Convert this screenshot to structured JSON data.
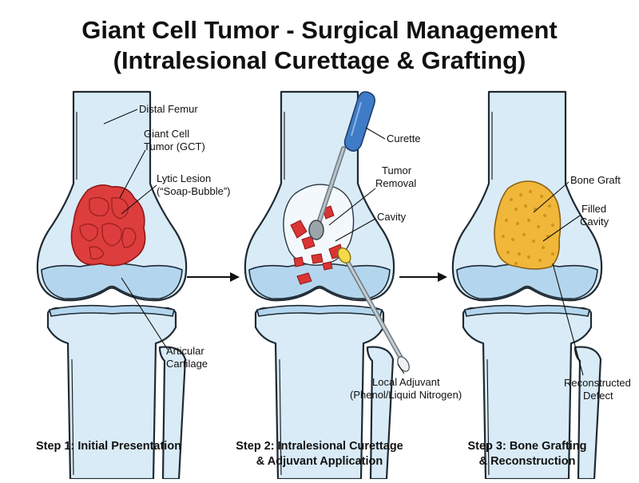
{
  "title": {
    "line1": "Giant Cell Tumor - Surgical Management",
    "line2": "(Intralesional Curettage & Grafting)"
  },
  "step1": {
    "labels": {
      "distal_femur": "Distal Femur",
      "gct_line1": "Giant Cell",
      "gct_line2": "Tumor (GCT)",
      "lytic_line1": "Lytic Lesion",
      "lytic_line2": "(“Soap-Bubble”)",
      "cartilage_line1": "Articular",
      "cartilage_line2": "Cartilage"
    },
    "caption": "Step 1: Initial Presentation"
  },
  "step2": {
    "labels": {
      "curette": "Curette",
      "tumor_removal_line1": "Tumor",
      "tumor_removal_line2": "Removal",
      "cavity": "Cavity",
      "adjuvant_line1": "Local Adjuvant",
      "adjuvant_line2": "(Phenol/Liquid Nitrogen)"
    },
    "caption_line1": "Step 2: Intralesional Curettage",
    "caption_line2": "& Adjuvant Application"
  },
  "step3": {
    "labels": {
      "bone_graft": "Bone Graft",
      "filled_line1": "Filled",
      "filled_line2": "Cavity",
      "reconstructed_line1": "Reconstructed",
      "reconstructed_line2": "Defect"
    },
    "caption_line1": "Step 3: Bone Grafting",
    "caption_line2": "& Reconstruction"
  },
  "colors": {
    "bone": "#d9ebf7",
    "cartilage": "#b3d6ee",
    "tumor": "#dd3d3d",
    "graft": "#f0b73a",
    "curette_handle": "#3f7cc7",
    "adjuvant_tip": "#f5d84a"
  },
  "icons": [
    "arrow-right-icon",
    "curette-icon",
    "adjuvant-applicator-icon"
  ]
}
